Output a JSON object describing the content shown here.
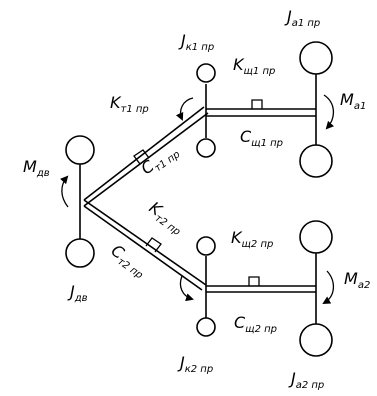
{
  "labels": {
    "j_k1": {
      "main": "J",
      "sub": "к1 пр"
    },
    "j_a1": {
      "main": "J",
      "sub": "а1 пр"
    },
    "k_sh1": {
      "main": "K",
      "sub": "щ1 пр"
    },
    "m_a1": {
      "main": "M",
      "sub": "а1"
    },
    "k_t1": {
      "main": "K",
      "sub": "т1 пр"
    },
    "c_sh1": {
      "main": "C",
      "sub": "щ1 пр"
    },
    "c_t1": {
      "main": "C",
      "sub": "т1 пр"
    },
    "m_dv": {
      "main": "M",
      "sub": "дв"
    },
    "k_t2": {
      "main": "K",
      "sub": "т2 пр"
    },
    "k_sh2": {
      "main": "K",
      "sub": "щ2 пр"
    },
    "c_t2": {
      "main": "C",
      "sub": "т2 пр"
    },
    "m_a2": {
      "main": "M",
      "sub": "а2"
    },
    "j_dv": {
      "main": "J",
      "sub": "дв"
    },
    "c_sh2": {
      "main": "C",
      "sub": "щ2 пр"
    },
    "j_k2": {
      "main": "J",
      "sub": "к2 пр"
    },
    "j_a2": {
      "main": "J",
      "sub": "а2 пр"
    }
  }
}
